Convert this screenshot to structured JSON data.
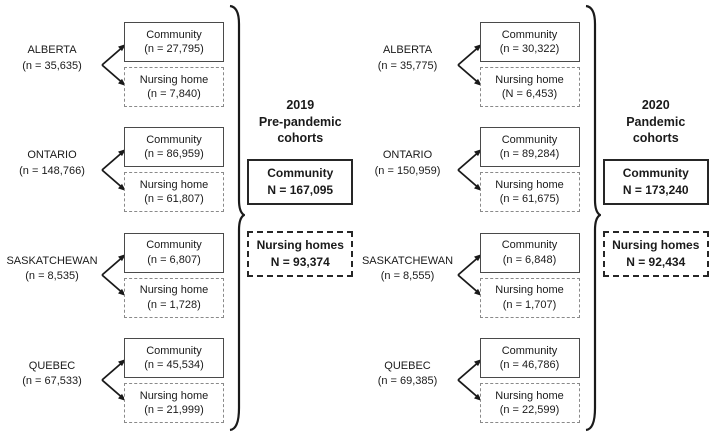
{
  "colors": {
    "text": "#1a1a1a",
    "background": "#ffffff",
    "solid_border": "#4a4a4a",
    "dashed_border": "#8a8a8a"
  },
  "panels": [
    {
      "year": "2019",
      "subtitle": "Pre-pandemic cohorts",
      "community_total": {
        "label": "Community",
        "value": "N = 167,095"
      },
      "nursing_total": {
        "label": "Nursing homes",
        "value": "N = 93,374"
      },
      "provinces": [
        {
          "name": "ALBERTA",
          "n": "(n = 35,635)",
          "community": {
            "label": "Community",
            "n": "(n = 27,795)"
          },
          "nursing": {
            "label": "Nursing home",
            "n": "(n = 7,840)"
          }
        },
        {
          "name": "ONTARIO",
          "n": "(n = 148,766)",
          "community": {
            "label": "Community",
            "n": "(n = 86,959)"
          },
          "nursing": {
            "label": "Nursing home",
            "n": "(n = 61,807)"
          }
        },
        {
          "name": "SASKATCHEWAN",
          "n": "(n = 8,535)",
          "community": {
            "label": "Community",
            "n": "(n = 6,807)"
          },
          "nursing": {
            "label": "Nursing home",
            "n": "(n = 1,728)"
          }
        },
        {
          "name": "QUEBEC",
          "n": "(n = 67,533)",
          "community": {
            "label": "Community",
            "n": "(n = 45,534)"
          },
          "nursing": {
            "label": "Nursing home",
            "n": "(n = 21,999)"
          }
        }
      ]
    },
    {
      "year": "2020",
      "subtitle": "Pandemic cohorts",
      "community_total": {
        "label": "Community",
        "value": "N = 173,240"
      },
      "nursing_total": {
        "label": "Nursing homes",
        "value": "N = 92,434"
      },
      "provinces": [
        {
          "name": "ALBERTA",
          "n": "(n = 35,775)",
          "community": {
            "label": "Community",
            "n": "(n = 30,322)"
          },
          "nursing": {
            "label": "Nursing home",
            "n": "(N = 6,453)"
          }
        },
        {
          "name": "ONTARIO",
          "n": "(n = 150,959)",
          "community": {
            "label": "Community",
            "n": "(n = 89,284)"
          },
          "nursing": {
            "label": "Nursing home",
            "n": "(n = 61,675)"
          }
        },
        {
          "name": "SASKATCHEWAN",
          "n": "(n = 8,555)",
          "community": {
            "label": "Community",
            "n": "(n = 6,848)"
          },
          "nursing": {
            "label": "Nursing home",
            "n": "(n = 1,707)"
          }
        },
        {
          "name": "QUEBEC",
          "n": "(n = 69,385)",
          "community": {
            "label": "Community",
            "n": "(n = 46,786)"
          },
          "nursing": {
            "label": "Nursing home",
            "n": "(n = 22,599)"
          }
        }
      ]
    }
  ]
}
